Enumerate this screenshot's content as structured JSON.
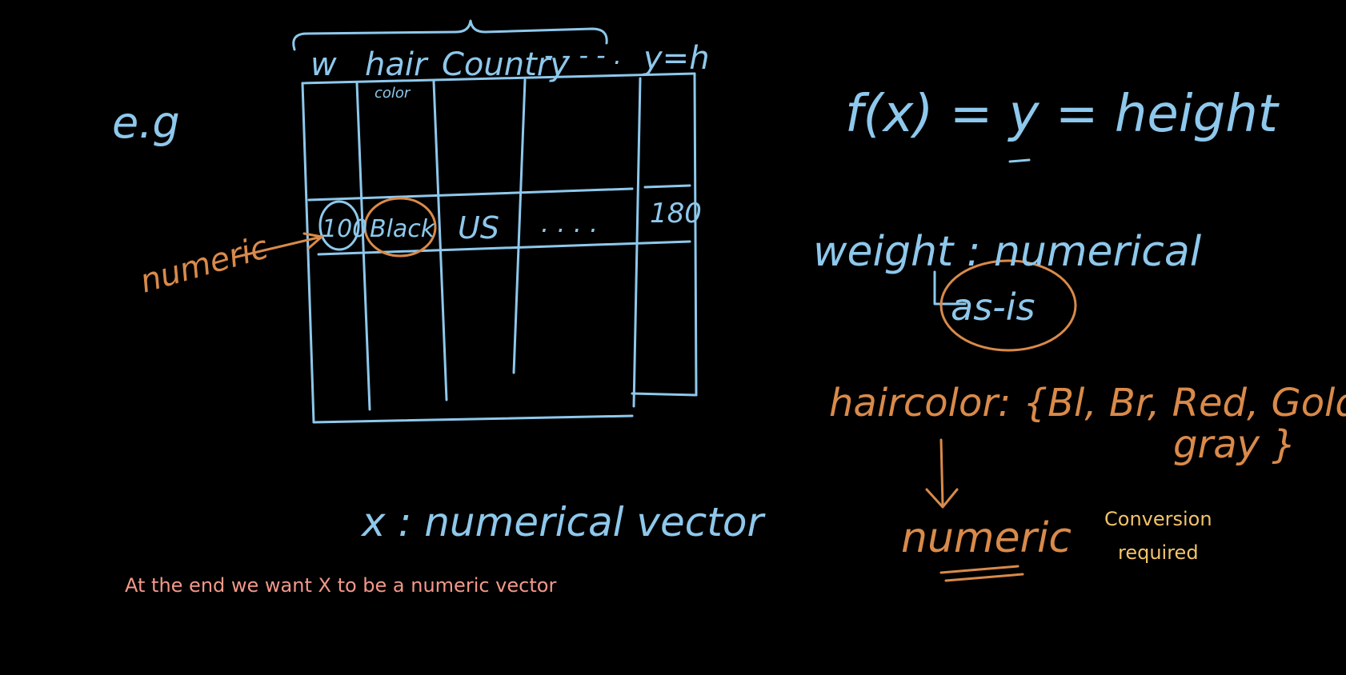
{
  "colors": {
    "background": "#000000",
    "ink_blue": "#8ec8ec",
    "ink_orange": "#d98a4a",
    "typed_salmon": "#f4988a",
    "typed_yellow": "#f2c46a"
  },
  "table": {
    "prefix": "e.g",
    "headers": {
      "w": "w",
      "hair": "hair",
      "hair_sub": "color",
      "country": "Country",
      "dots": "- - - - .",
      "y": "y=h"
    },
    "row": {
      "w": "100",
      "hair": "Black",
      "country": "US",
      "dots": ". . . .",
      "y": "180"
    },
    "annotation": "numeric",
    "caption": "x : numerical vector"
  },
  "right_notes": {
    "function": {
      "lhs": "f(x) = ",
      "y": "y",
      "rhs": " = height"
    },
    "weight": "weight : numerical",
    "as_is": "as-is",
    "haircolor": "haircolor: {Bl, Br, Red, Golden,",
    "haircolor_cont": "gray }",
    "numeric": "numeric"
  },
  "typed_text": {
    "bottom_note": "At the end we want X to be a numeric vector",
    "conversion_line1": "Conversion",
    "conversion_line2": "required"
  }
}
